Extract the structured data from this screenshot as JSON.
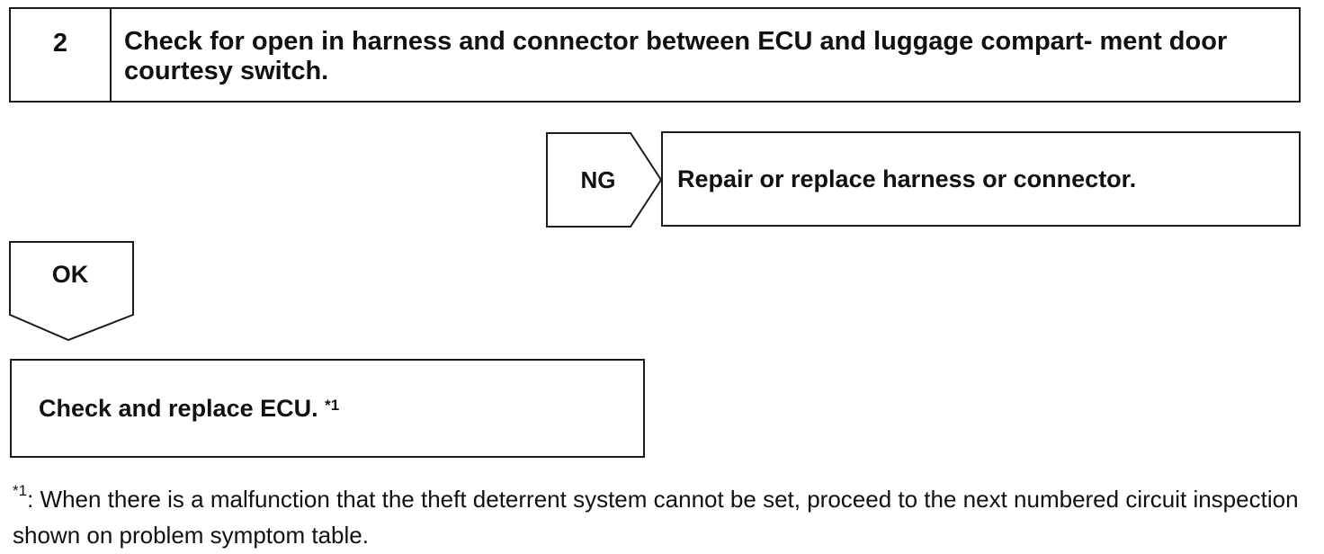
{
  "step": {
    "number": "2",
    "title": "Check for open in harness and connector between ECU and luggage compart- ment door courtesy switch."
  },
  "ng_branch": {
    "label": "NG",
    "result": "Repair or replace harness or connector."
  },
  "ok_branch": {
    "label": "OK",
    "result": "Check and replace ECU.",
    "result_ref": "*1"
  },
  "footnote": {
    "mark": "*1",
    "text": ": When there is a malfunction that the theft deterrent system cannot be set, proceed to the next numbered circuit inspection shown on problem symptom table."
  },
  "colors": {
    "line": "#1a1a1a",
    "text": "#111111",
    "background": "#ffffff"
  }
}
